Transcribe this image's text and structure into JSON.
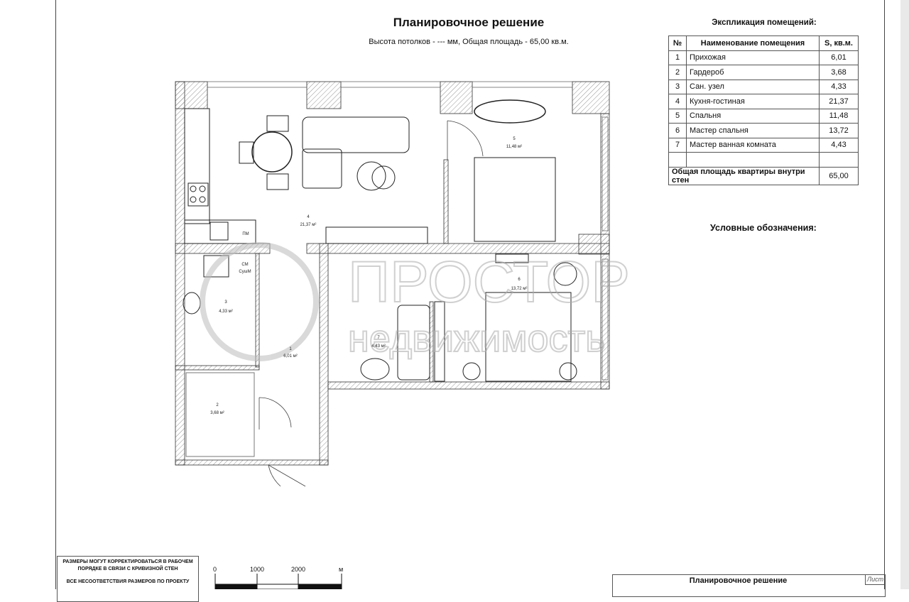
{
  "header": {
    "title": "Планировочное решение",
    "subtitle": "Высота потолков - --- мм, Общая площадь - 65,00 кв.м."
  },
  "explication": {
    "title": "Экспликация помещений:",
    "columns": [
      "№",
      "Наименование помещения",
      "S, кв.м."
    ],
    "rows": [
      {
        "n": "1",
        "name": "Прихожая",
        "area": "6,01"
      },
      {
        "n": "2",
        "name": "Гардероб",
        "area": "3,68"
      },
      {
        "n": "3",
        "name": "Сан. узел",
        "area": "4,33"
      },
      {
        "n": "4",
        "name": "Кухня-гостиная",
        "area": "21,37"
      },
      {
        "n": "5",
        "name": "Спальня",
        "area": "11,48"
      },
      {
        "n": "6",
        "name": "Мастер спальня",
        "area": "13,72"
      },
      {
        "n": "7",
        "name": "Мастер ванная комната",
        "area": "4,43"
      }
    ],
    "total_label": "Общая площадь квартиры внутри стен",
    "total_area": "65,00"
  },
  "legend": {
    "title": "Условные обозначения:"
  },
  "plan": {
    "rooms": [
      {
        "n": "1",
        "area": "6,01 м²"
      },
      {
        "n": "2",
        "area": "3,68 м²"
      },
      {
        "n": "3",
        "area": "4,33 м²"
      },
      {
        "n": "4",
        "area": "21,37 м²"
      },
      {
        "n": "5",
        "area": "11,48 м²"
      },
      {
        "n": "6",
        "area": "13,72 м²"
      },
      {
        "n": "7",
        "area": "4,43 м²"
      }
    ],
    "appliance_labels": {
      "dishwasher": "ПМ",
      "washer": "СМ",
      "dryer": "СушМ"
    }
  },
  "watermark": {
    "line1": "ПРОСТОР",
    "line2": "недвижимость",
    "color": "#c8c8c8"
  },
  "notes": [
    "РАЗМЕРЫ МОГУТ КОРРЕКТИРОВАТЬСЯ В РАБОЧЕМ ПОРЯДКЕ В СВЯЗИ С КРИВИЗНОЙ СТЕН",
    "ВСЕ НЕСООТВЕТСТВИЯ РАЗМЕРОВ ПО ПРОЕКТУ"
  ],
  "scale_bar": {
    "ticks": [
      "0",
      "1000",
      "2000"
    ],
    "unit": "м"
  },
  "stamp": {
    "title": "Планировочное решение",
    "sheet_label": "Лист"
  }
}
